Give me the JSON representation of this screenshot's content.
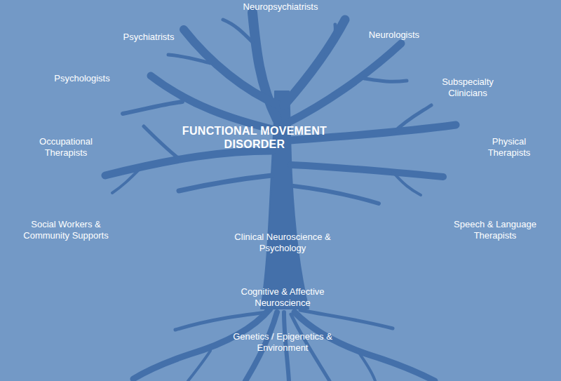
{
  "diagram": {
    "title": "FUNCTIONAL MOVEMENT DISORDER",
    "labels": [
      "Neuropsychiatrists",
      "Psychiatrists",
      "Neurologists",
      "Psychologists",
      "Subspecialty Clinicians",
      "Occupational Therapists",
      "Physical Therapists",
      "Social Workers & Community Supports",
      "Speech & Language Therapists",
      "Clinical Neuroscience & Psychology",
      "Cognitive & Affective Neuroscience",
      "Genetics / Epigenetics & Environment"
    ]
  }
}
